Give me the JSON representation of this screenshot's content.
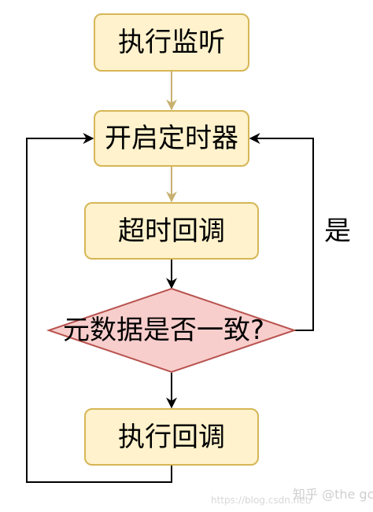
{
  "nodes": {
    "exec_listen": "执行监听",
    "start_timer": "开启定时器",
    "timeout_callback": "超时回调",
    "decision": "元数据是否一致?",
    "exec_callback": "执行回调"
  },
  "edge_labels": {
    "yes": "是"
  },
  "watermark": {
    "url": "https://blog.csdn.net/",
    "author": "知乎 @the gc"
  },
  "colors": {
    "process_fill": "#fff2cc",
    "process_stroke": "#d6b656",
    "decision_fill": "#f8cecc",
    "decision_stroke": "#b85450",
    "yellow_edge": "#c8b070",
    "black_edge": "#000000"
  }
}
